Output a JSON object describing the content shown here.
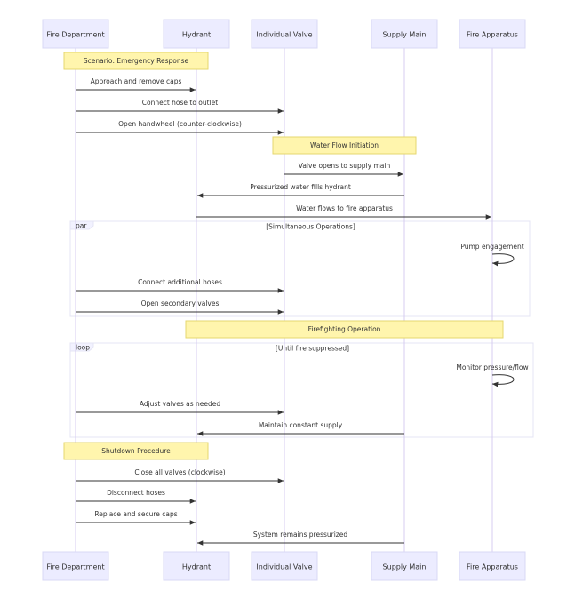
{
  "actors": [
    {
      "id": "fd",
      "label": "Fire Department"
    },
    {
      "id": "hy",
      "label": "Hydrant"
    },
    {
      "id": "iv",
      "label": "Individual Valve"
    },
    {
      "id": "sm",
      "label": "Supply Main"
    },
    {
      "id": "fa",
      "label": "Fire Apparatus"
    }
  ],
  "notes": [
    {
      "text": "Scenario: Emergency Response",
      "over": [
        "fd",
        "hy"
      ]
    },
    {
      "text": "Water Flow Initiation",
      "over": [
        "iv",
        "sm"
      ]
    },
    {
      "text": "Firefighting Operation",
      "over": [
        "hy",
        "fa"
      ]
    },
    {
      "text": "Shutdown Procedure",
      "over": [
        "fd",
        "hy"
      ]
    }
  ],
  "frames": [
    {
      "type": "par",
      "condition": "[Simultaneous Operations]"
    },
    {
      "type": "loop",
      "condition": "[Until fire suppressed]"
    }
  ],
  "messages": [
    {
      "from": "fd",
      "to": "hy",
      "text": "Approach and remove caps"
    },
    {
      "from": "fd",
      "to": "iv",
      "text": "Connect hose to outlet"
    },
    {
      "from": "fd",
      "to": "iv",
      "text": "Open handwheel (counter-clockwise)"
    },
    {
      "from": "iv",
      "to": "sm",
      "text": "Valve opens to supply main"
    },
    {
      "from": "sm",
      "to": "hy",
      "text": "Pressurized water fills hydrant"
    },
    {
      "from": "hy",
      "to": "fa",
      "text": "Water flows to fire apparatus"
    },
    {
      "from": "fa",
      "to": "fa",
      "text": "Pump engagement"
    },
    {
      "from": "fd",
      "to": "iv",
      "text": "Connect additional hoses"
    },
    {
      "from": "fd",
      "to": "iv",
      "text": "Open secondary valves"
    },
    {
      "from": "fa",
      "to": "fa",
      "text": "Monitor pressure/flow"
    },
    {
      "from": "fd",
      "to": "iv",
      "text": "Adjust valves as needed"
    },
    {
      "from": "sm",
      "to": "hy",
      "text": "Maintain constant supply"
    },
    {
      "from": "fd",
      "to": "iv",
      "text": "Close all valves (clockwise)"
    },
    {
      "from": "fd",
      "to": "hy",
      "text": "Disconnect hoses"
    },
    {
      "from": "fd",
      "to": "hy",
      "text": "Replace and secure caps"
    },
    {
      "from": "sm",
      "to": "hy",
      "text": "System remains pressurized"
    }
  ]
}
